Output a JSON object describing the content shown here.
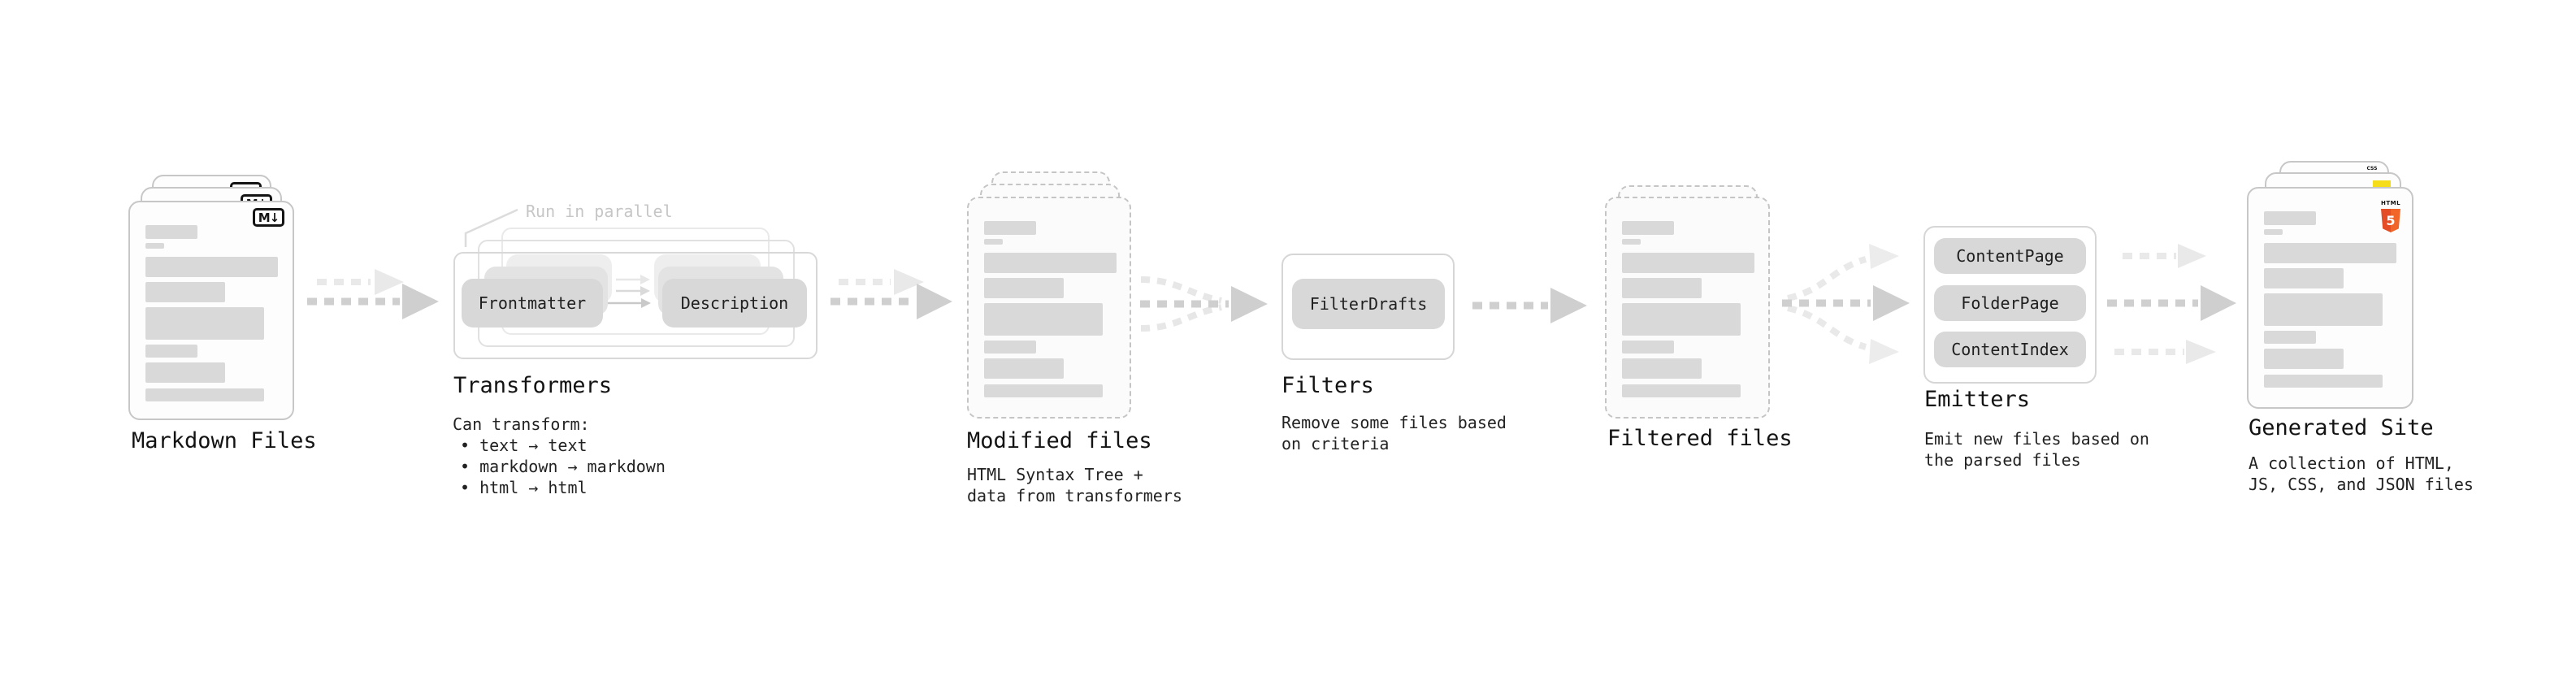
{
  "stages": {
    "markdown": {
      "label": "Markdown Files"
    },
    "transformers": {
      "annotation": "Run in parallel",
      "frontmatter_pill": "Frontmatter",
      "description_pill": "Description",
      "title": "Transformers",
      "subtitle": "Can transform:",
      "bullets": [
        "• text → text",
        "• markdown → markdown",
        "• html → html"
      ]
    },
    "modified": {
      "label": "Modified files",
      "description": "HTML Syntax Tree +\ndata from transformers"
    },
    "filters": {
      "title": "Filters",
      "pill": "FilterDrafts",
      "description": "Remove some files based\non criteria"
    },
    "filtered": {
      "label": "Filtered files"
    },
    "emitters": {
      "title": "Emitters",
      "pills": [
        "ContentPage",
        "FolderPage",
        "ContentIndex"
      ],
      "description": "Emit new files based on\nthe parsed files"
    },
    "generated_site": {
      "label": "Generated Site",
      "description": "A collection of HTML,\nJS, CSS, and JSON files"
    }
  },
  "icons": {
    "markdown_badge": "M↓",
    "html5_word": "HTML",
    "html5_number": "5",
    "css_word": "CSS"
  },
  "colors": {
    "accent_html5": "#e44d26",
    "accent_js": "#f5de19",
    "accent_css": "#2962f1",
    "arrow_dark": "#cfcfcf",
    "arrow_light": "#e9e9e9"
  }
}
